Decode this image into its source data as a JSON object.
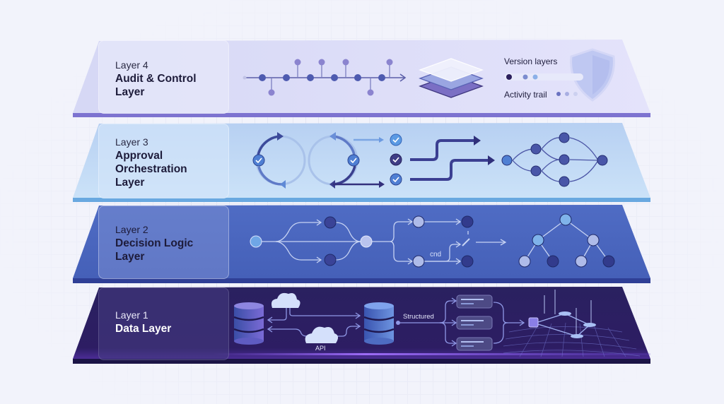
{
  "diagram": {
    "title": "Layered Architecture",
    "layers": [
      {
        "id": "layer-4",
        "kicker": "Layer 4",
        "title_lines": [
          "Audit & Control",
          "Layer"
        ],
        "color": "#d9dbf6",
        "edge_color": "#7d73d0",
        "text_color": "#1d1b3a",
        "elements": {
          "timeline": "version-timeline",
          "stack_icon": "layers-stack-icon",
          "version_label": "Version layers",
          "activity_label": "Activity trail",
          "shield_icon": "shield-icon"
        }
      },
      {
        "id": "layer-3",
        "kicker": "Layer 3",
        "title_lines": [
          "Approval",
          "Orchestration",
          "Layer"
        ],
        "color": "#c3dbf6",
        "edge_color": "#69a8e0",
        "text_color": "#1d1b3a",
        "elements": {
          "cycles": [
            "approval-cycle-1",
            "approval-cycle-2"
          ],
          "check_items": 3,
          "routes": 2,
          "flow_graph": "dag-workflow"
        }
      },
      {
        "id": "layer-2",
        "kicker": "Layer 2",
        "title_lines": [
          "Decision Logic",
          "Layer"
        ],
        "color": "#4a63bb",
        "edge_color": "#2f3f96",
        "text_color": "#1d1b3a",
        "elements": {
          "branch_label": "cnd",
          "tree": "decision-tree"
        }
      },
      {
        "id": "layer-1",
        "kicker": "Layer 1",
        "title_lines": [
          "Data Layer"
        ],
        "color": "#2a1f5e",
        "edge_color": "#1b1446",
        "text_color": "#ffffff",
        "elements": {
          "api_label": "API",
          "structured_label": "Structured",
          "records": 3,
          "mesh": "knowledge-graph-mesh"
        }
      }
    ]
  }
}
